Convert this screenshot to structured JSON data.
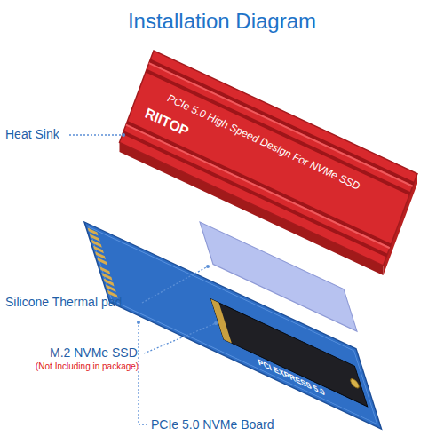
{
  "diagram": {
    "title": "Installation Diagram",
    "labels": [
      "Heat Sink",
      "PCIe 5.0 High Speed Design For NVMe SSD",
      "RIITOP",
      "Silicone Thermal pad",
      "PCI EXPRESS 5.0",
      "M.2 NVMe SSD",
      "(Not Including in package)",
      "PCIe 5.0 NVMe Board"
    ]
  }
}
